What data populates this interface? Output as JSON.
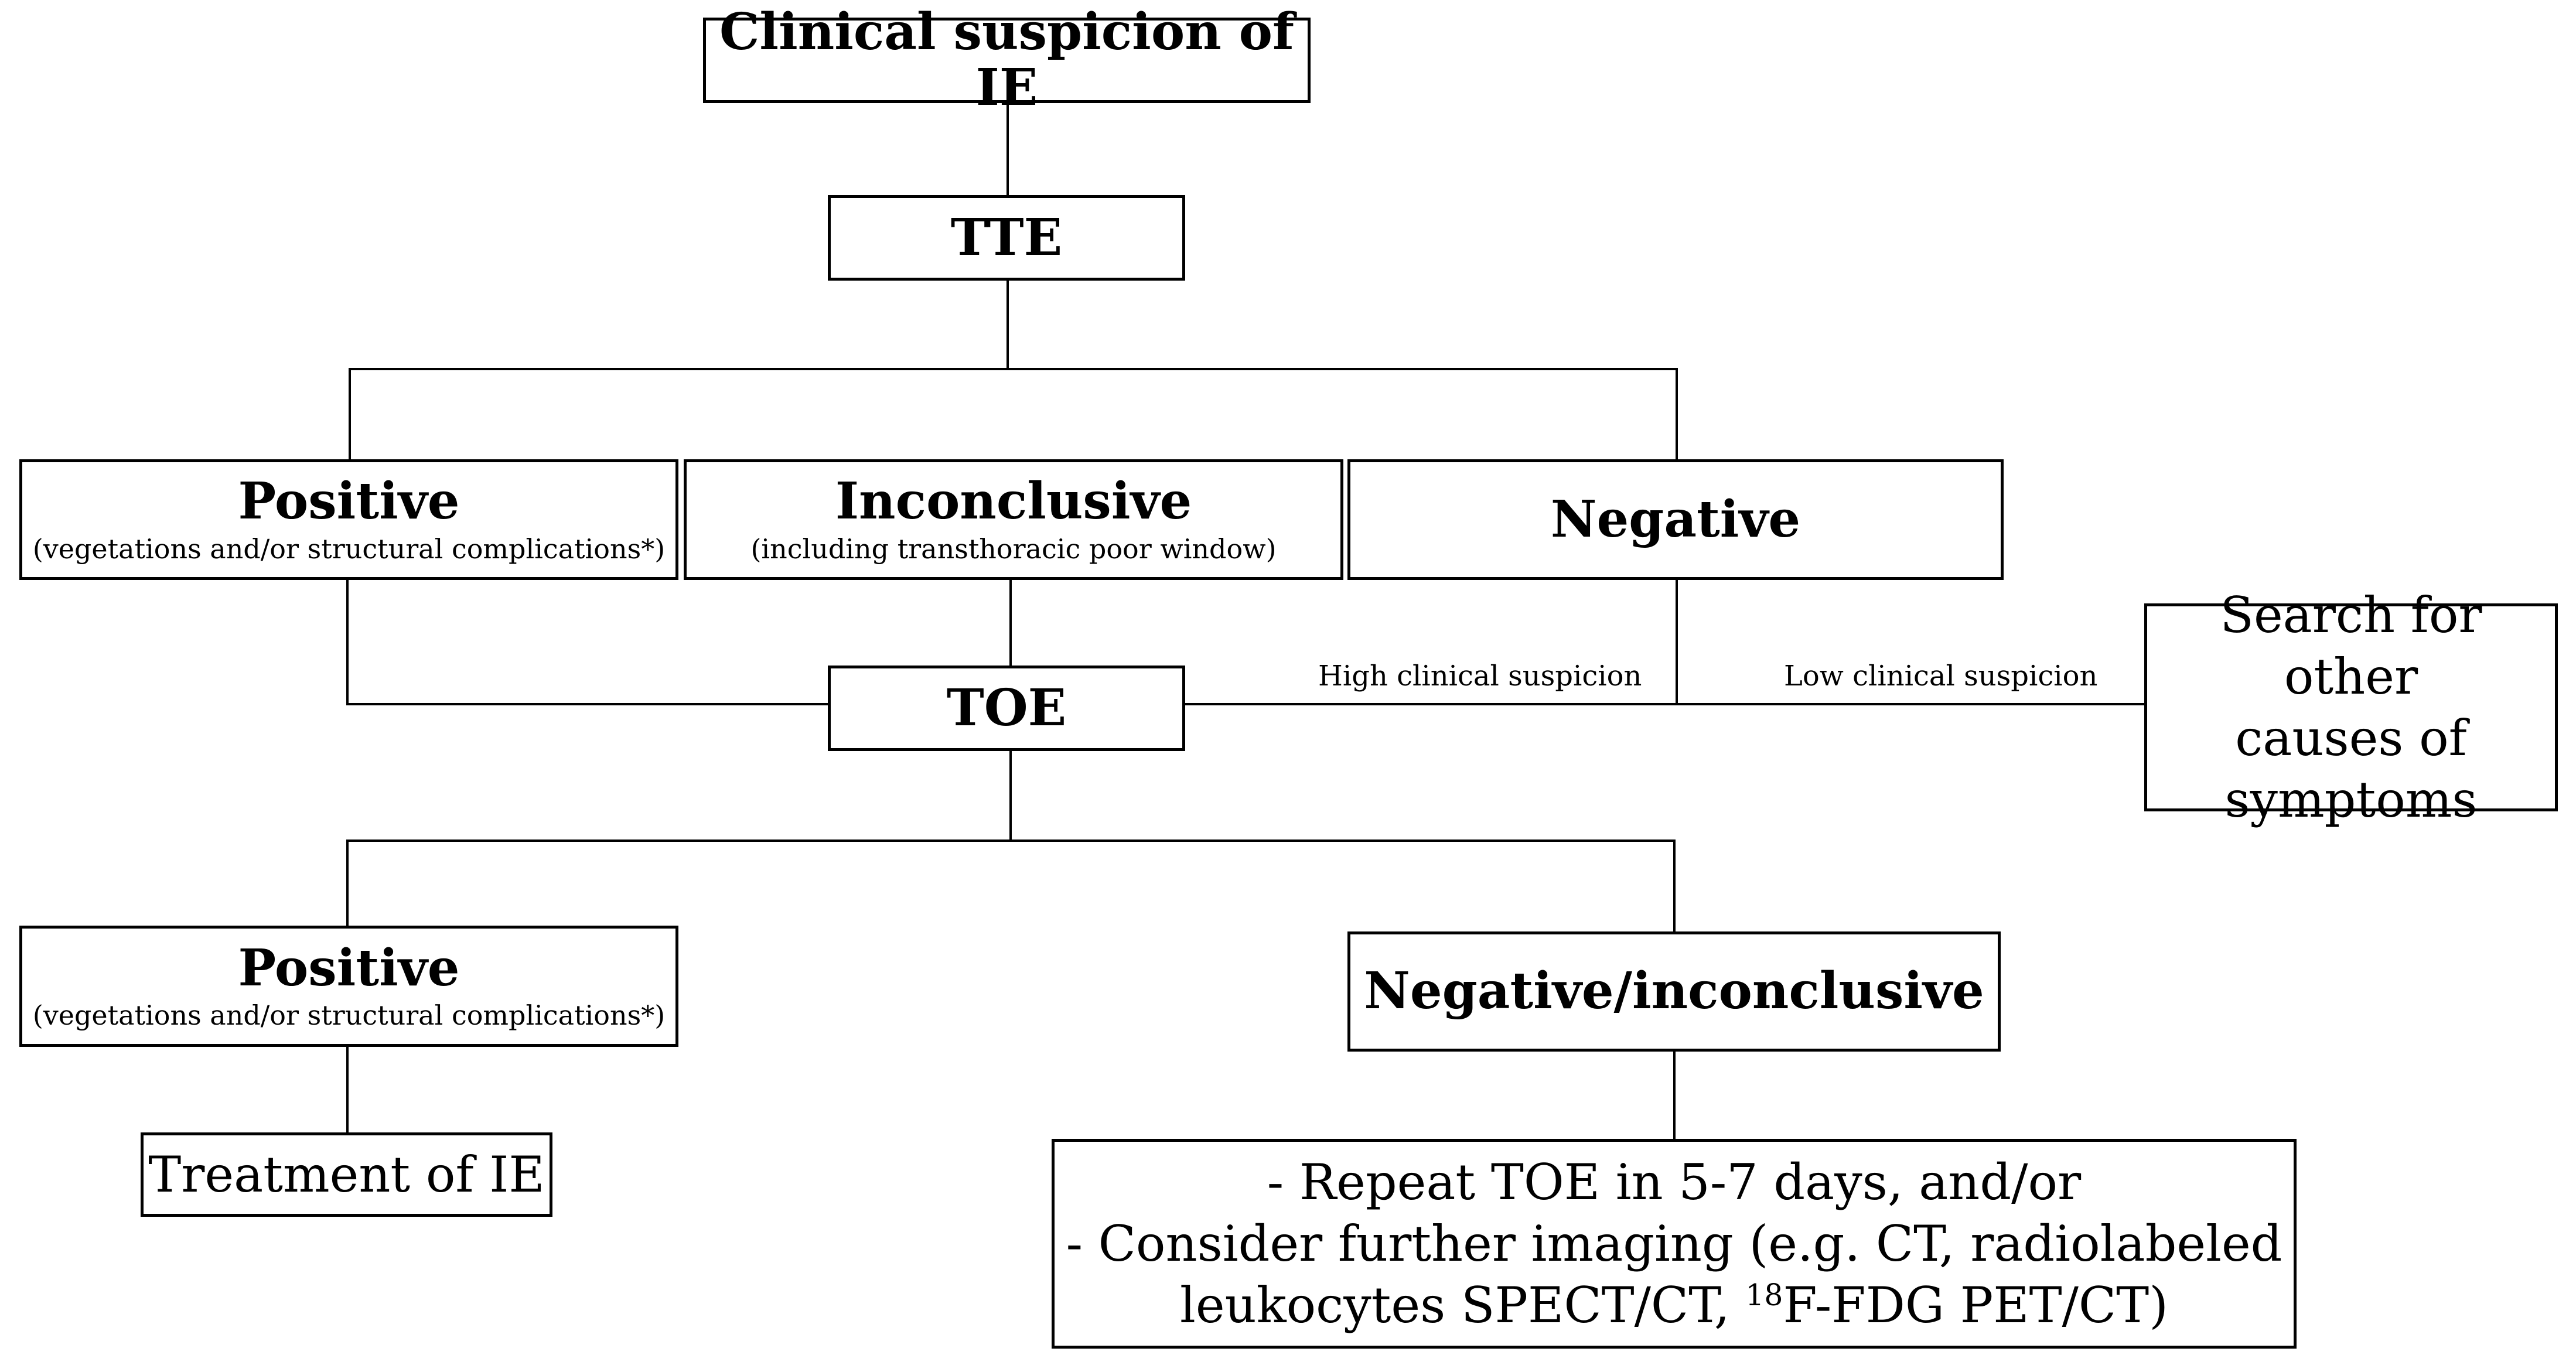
{
  "nodes": {
    "clinical_suspicion": {
      "label": "Clinical suspicion of IE"
    },
    "tte": {
      "label": "TTE"
    },
    "tte_positive": {
      "label": "Positive",
      "sublabel": "(vegetations and/or structural complications*)"
    },
    "tte_inconclusive": {
      "label": "Inconclusive",
      "sublabel": "(including transthoracic poor window)"
    },
    "tte_negative": {
      "label": "Negative"
    },
    "other_causes": {
      "lines": [
        "Search for other",
        "causes of",
        "symptoms"
      ]
    },
    "toe": {
      "label": "TOE"
    },
    "toe_positive": {
      "label": "Positive",
      "sublabel": "(vegetations and/or structural complications*)"
    },
    "toe_negative": {
      "label": "Negative/inconclusive"
    },
    "treatment": {
      "label": "Treatment of IE"
    },
    "further": {
      "line1": "- Repeat TOE in 5-7 days, and/or",
      "line2": "- Consider further imaging (e.g. CT, radiolabeled",
      "line3_pre": "leukocytes SPECT/CT, ",
      "line3_sup": "18",
      "line3_post": "F-FDG PET/CT)"
    }
  },
  "edges": {
    "high_suspicion": "High clinical suspicion",
    "low_suspicion": "Low clinical suspicion"
  }
}
